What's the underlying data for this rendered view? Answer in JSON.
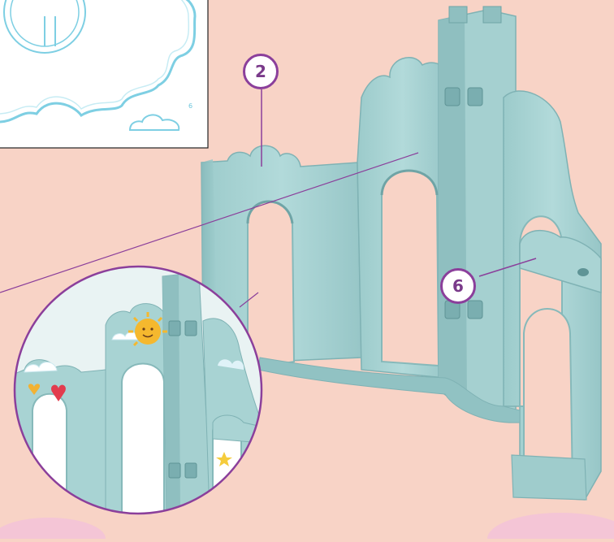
{
  "page": {
    "background_color": "#f8d3c6"
  },
  "palette": {
    "wall": "#a8d3d3",
    "wall_dark": "#8fbfc0",
    "wall_shadow": "#7fb2b4",
    "callout": "#8b3f9b",
    "sheet_outline": "#7ecfe3"
  },
  "callouts": [
    {
      "label": "2"
    },
    {
      "label": "6"
    }
  ],
  "thumbnail": {
    "number_label": "6"
  },
  "icons": [
    "sun-icon",
    "heart-icon",
    "cloud-icon",
    "star-icon"
  ]
}
